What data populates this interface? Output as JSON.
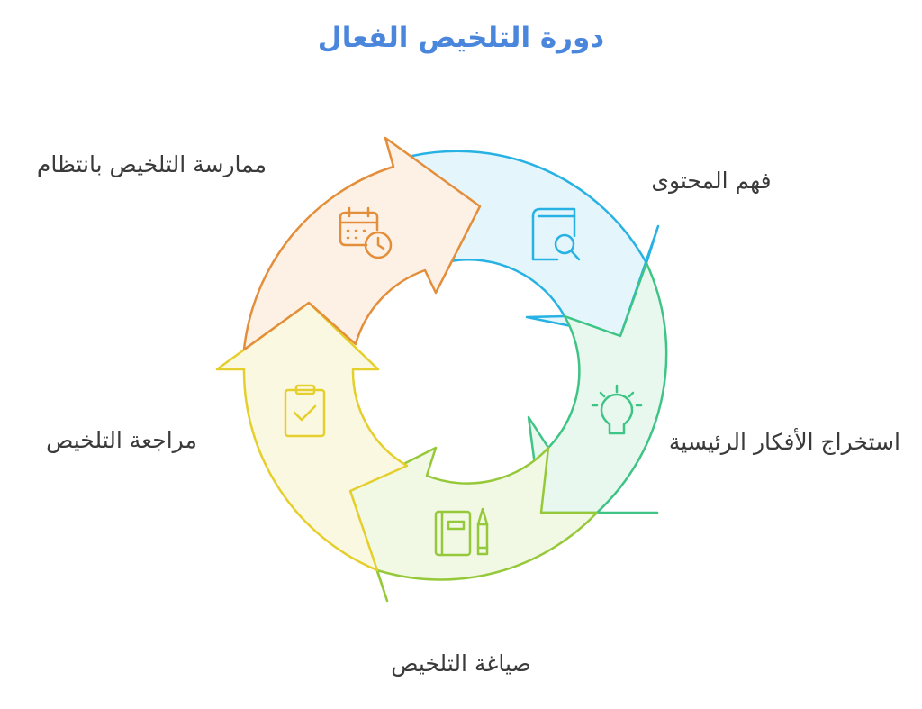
{
  "title": "دورة التلخيص الفعال",
  "steps": [
    {
      "label": "فهم المحتوى",
      "icon": "book-search-icon",
      "color": "#28b2e3",
      "fill": "#e4f6fc"
    },
    {
      "label": "استخراج الأفكار الرئيسية",
      "icon": "lightbulb-icon",
      "color": "#3ec484",
      "fill": "#e8f8ef"
    },
    {
      "label": "صياغة التلخيص",
      "icon": "notebook-pencil-icon",
      "color": "#96c93a",
      "fill": "#f1f8e4"
    },
    {
      "label": "مراجعة التلخيص",
      "icon": "clipboard-check-icon",
      "color": "#e5cf2c",
      "fill": "#fbf8e1"
    },
    {
      "label": "ممارسة التلخيص بانتظام",
      "icon": "calendar-clock-icon",
      "color": "#e38e3a",
      "fill": "#fdf0e4"
    }
  ]
}
